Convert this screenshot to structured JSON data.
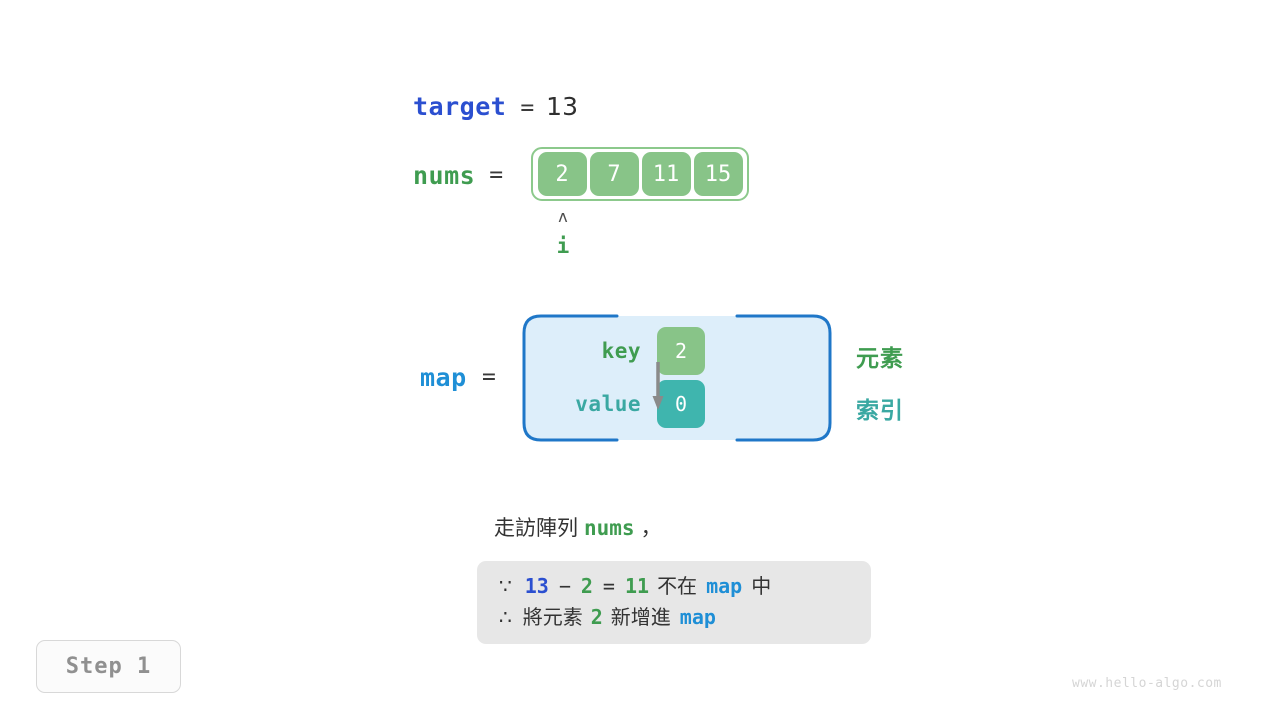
{
  "variables": {
    "target": {
      "name": "target",
      "equals": "=",
      "value": "13",
      "color": "#2b4fd0"
    },
    "nums": {
      "name": "nums",
      "equals": "=",
      "color": "#3f9c50",
      "cells": [
        "2",
        "7",
        "11",
        "15"
      ]
    },
    "map": {
      "name": "map",
      "equals": "=",
      "color": "#1f8fd6",
      "key_label": "key",
      "value_label": "value",
      "key_cell": "2",
      "value_cell": "0",
      "key_color": "#88c488",
      "value_color": "#3fb5ae"
    }
  },
  "pointer": {
    "caret": "ʌ",
    "label": "i",
    "color": "#3f9c50"
  },
  "annotations": {
    "element": "元素",
    "index": "索引",
    "element_color": "#3f9c50",
    "index_color": "#3aa8a2"
  },
  "caption": {
    "prefix": "走訪陣列",
    "keyword": "nums",
    "suffix": "，"
  },
  "explanation": {
    "line1": {
      "symbol": "∵",
      "a": "13",
      "operator": "−",
      "b": "2",
      "equals": "=",
      "result": "11",
      "text_mid": "不在",
      "keyword": "map",
      "text_end": "中"
    },
    "line2": {
      "symbol": "∴",
      "text_start": "將元素",
      "number": "2",
      "text_mid": "新增進",
      "keyword": "map"
    }
  },
  "step": {
    "label": "Step 1"
  },
  "watermark": {
    "text": "www.hello-algo.com"
  }
}
